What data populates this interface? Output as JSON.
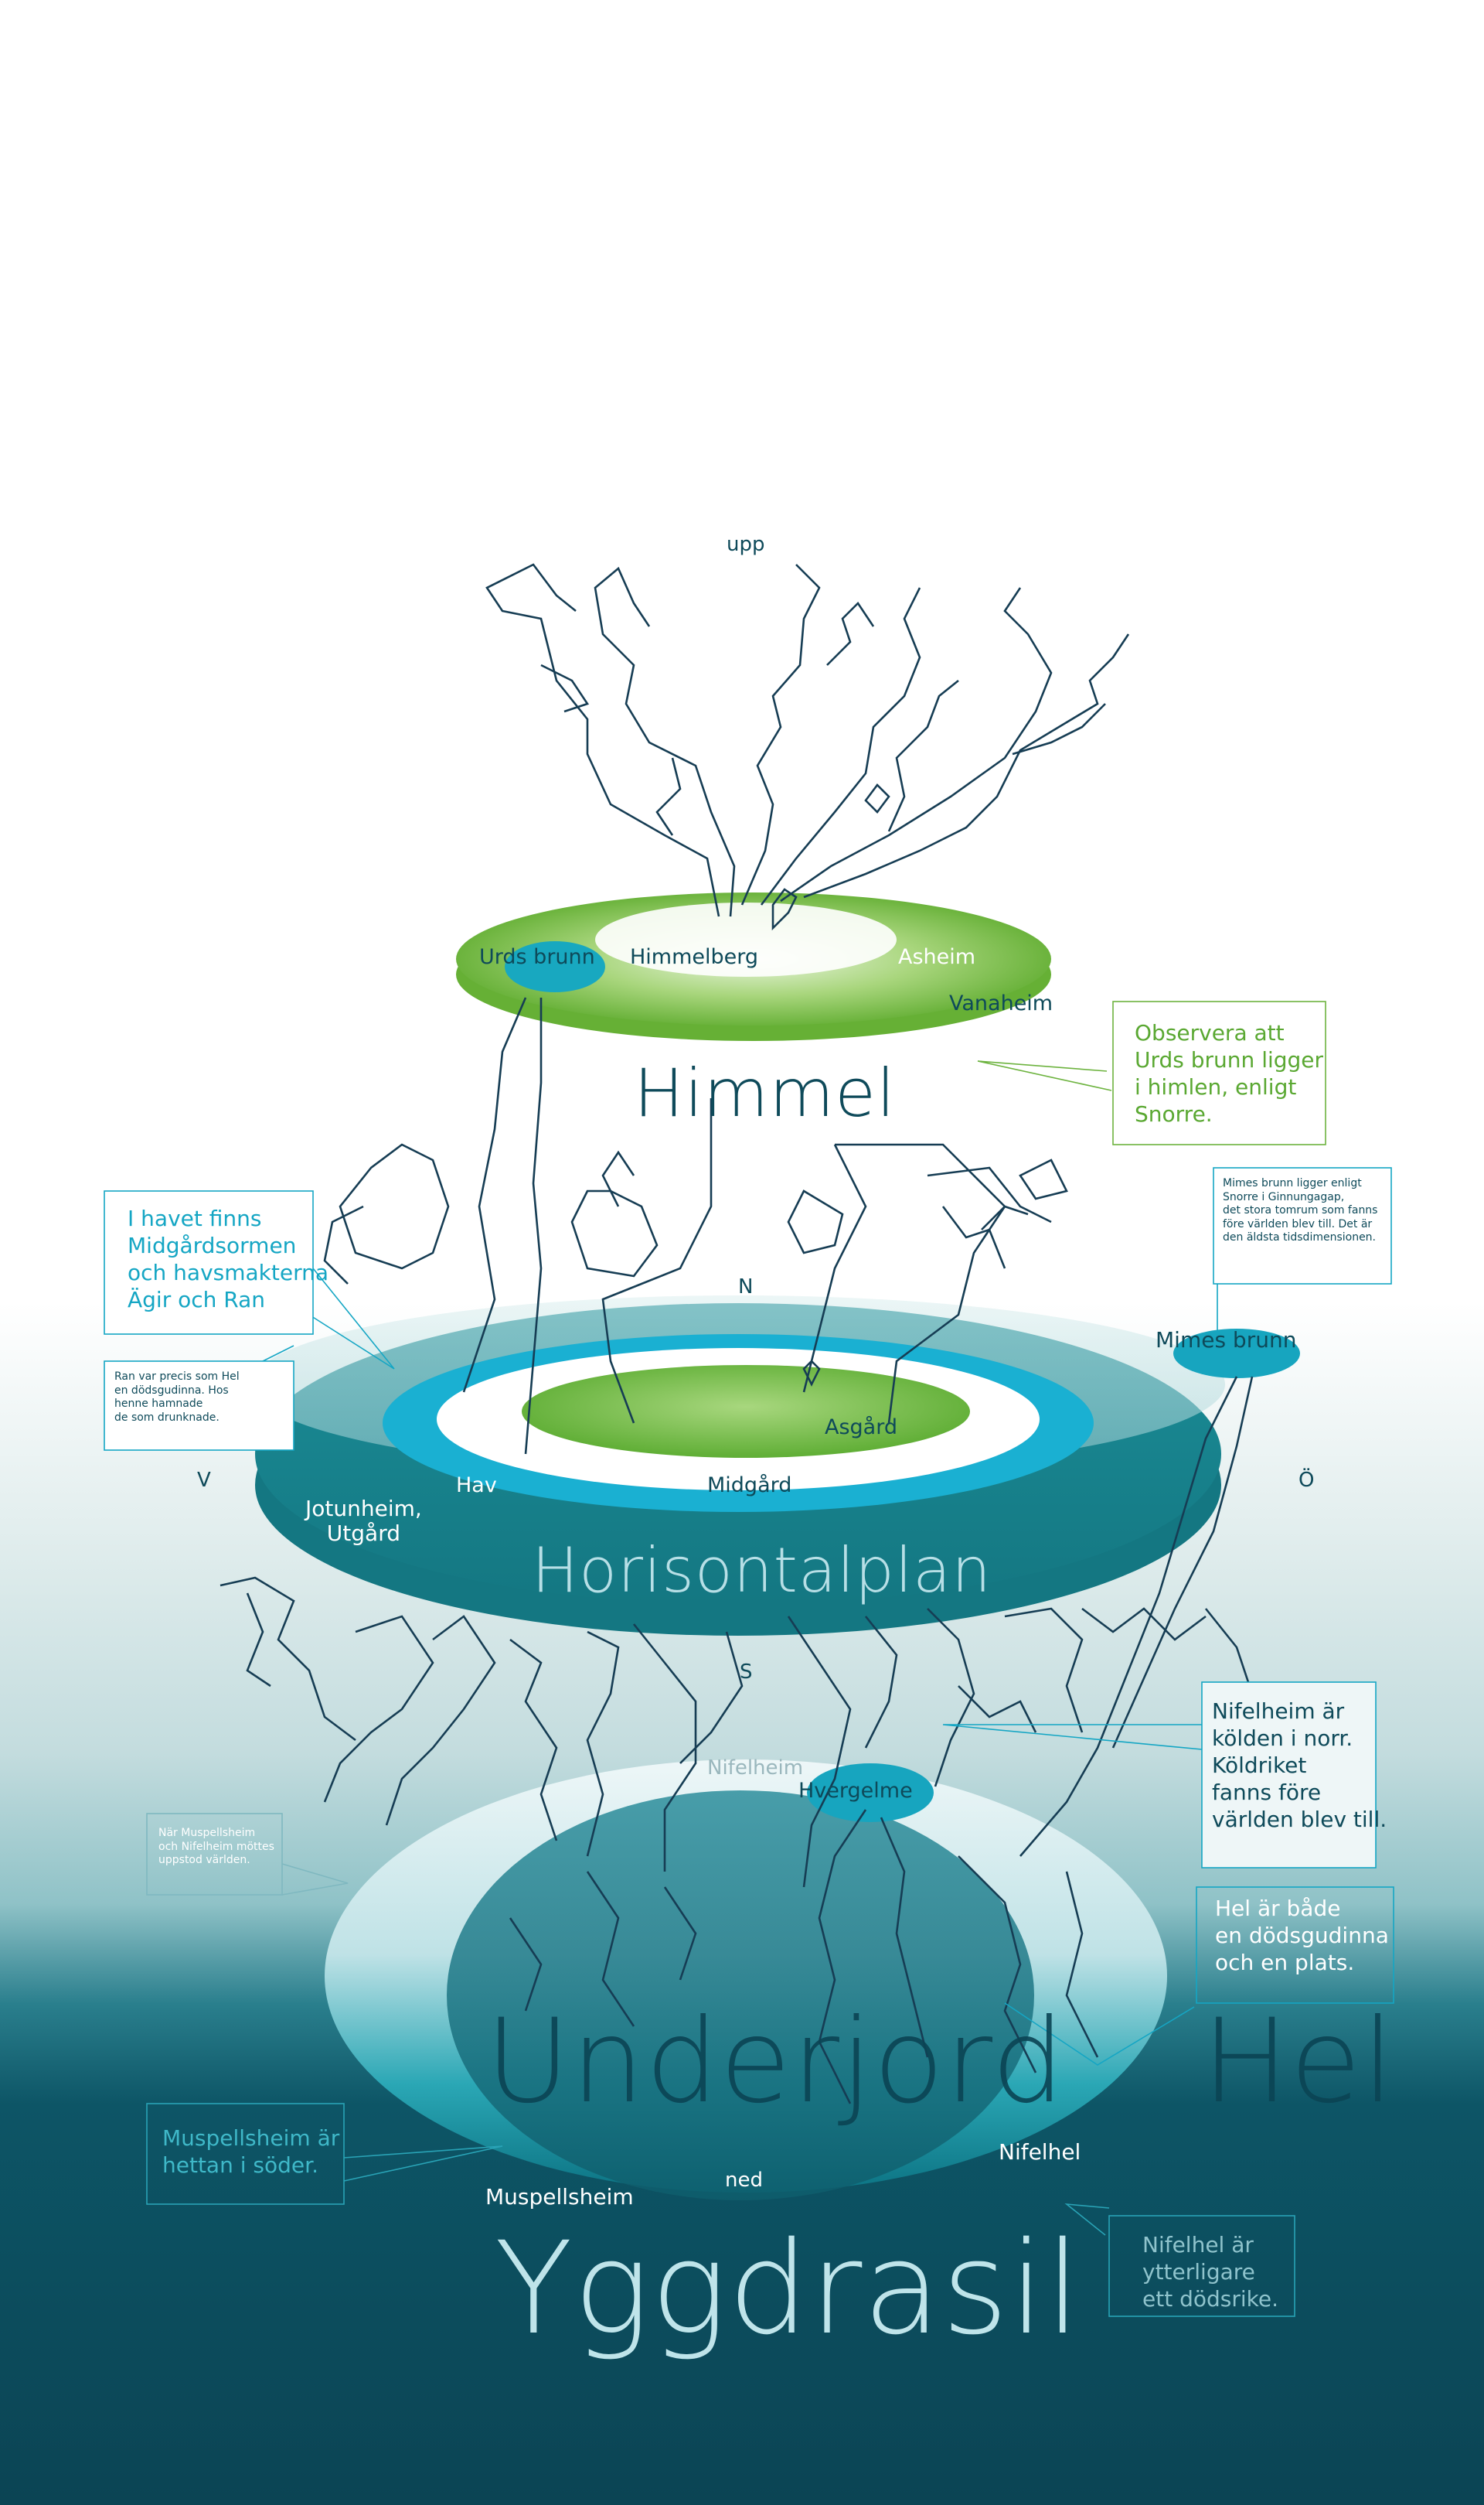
{
  "directions": {
    "up": "upp",
    "down": "ned",
    "north": "N",
    "south": "S",
    "west": "V",
    "east": "Ö"
  },
  "realms": {
    "himmelberg": "Himmelberg",
    "urds_brunn": "Urds brunn",
    "asheim": "Asheim",
    "vanaheim": "Vanaheim",
    "asgard": "Asgård",
    "midgard": "Midgård",
    "hav": "Hav",
    "jotunheim": "Jotunheim,\nUtgård",
    "mimes_brunn": "Mimes brunn",
    "nifelheim": "Nifelheim",
    "hvergelme": "Hvergelme",
    "muspellsheim": "Muspellsheim",
    "nifelhel": "Nifelhel"
  },
  "titles": {
    "himmel": "Himmel",
    "horisontalplan": "Horisontalplan",
    "underjord": "Underjord",
    "hel": "Hel",
    "yggdrasil": "Yggdrasil"
  },
  "notes": {
    "urds_brunn": "Observera att\nUrds brunn ligger\ni himlen, enligt\nSnorre.",
    "mimes_brunn": "Mimes brunn ligger enligt\nSnorre i Ginnungagap,\ndet stora tomrum som fanns\nföre världen blev till. Det är\nden äldsta tidsdimensionen.",
    "havet": "I havet finns\nMidgårdsormen\noch havsmakterna\nÄgir och Ran",
    "ran": "Ran var precis som Hel\nen dödsgudinna. Hos\nhenne hamnade\nde som drunknade.",
    "nifelheim": "Nifelheim är\nkölden i norr.\nKöldriket\nfanns före\nvärlden blev till.",
    "muspell_nifel": "När Muspellsheim\noch Nifelheim möttes\nuppstod världen.",
    "hel": "Hel är både\nen dödsgudinna\noch en plats.",
    "muspellsheim": "Muspellsheim är\nhettan i söder.",
    "nifelhel": "Nifelhel är\nytterligare\nett dödsrike."
  },
  "colors": {
    "navy": "#0e4a5a",
    "green": "#6db33f",
    "cyan": "#15a6c4",
    "teal": "#1f8c95",
    "dark_teal": "#0b4454"
  }
}
